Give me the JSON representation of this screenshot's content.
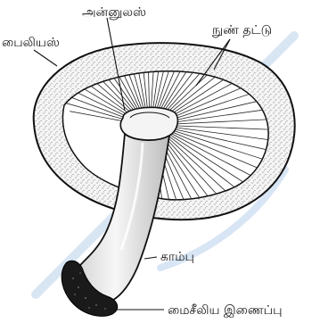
{
  "diagram": {
    "labels": {
      "annulus": "அன்னுலஸ்",
      "pileus": "பைலியஸ்",
      "gills": "நுண் தட்டு",
      "stipe": "காம்பு",
      "mycelium": "மைசீலிய இணைப்பு"
    },
    "colors": {
      "ink": "#111111",
      "cap_fill": "#f2f2f2",
      "gill_fill": "#ffffff",
      "stem_fill": "#efefef",
      "mycelium": "#1a1a1a",
      "watermark": "#8fb6e0"
    }
  }
}
